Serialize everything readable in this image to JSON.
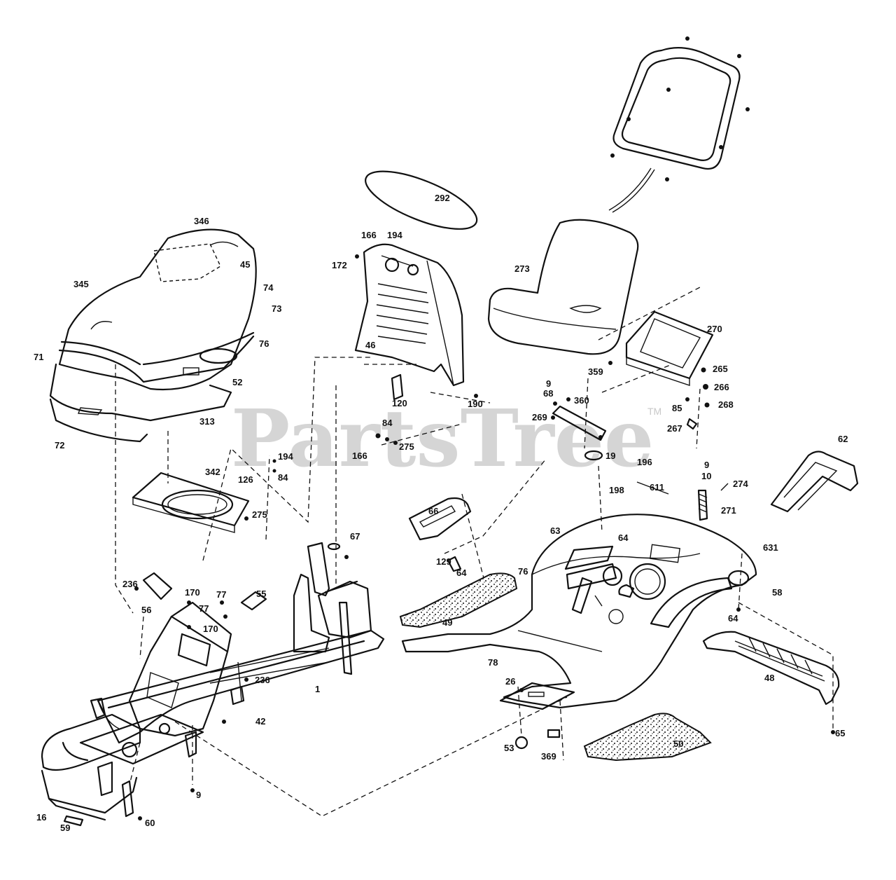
{
  "watermark": {
    "text": "PartsTree",
    "trademark": "TM"
  },
  "callouts": [
    "346",
    "45",
    "345",
    "74",
    "73",
    "71",
    "76",
    "52",
    "313",
    "72",
    "342",
    "126",
    "194",
    "84",
    "275",
    "166",
    "194",
    "172",
    "292",
    "46",
    "120",
    "190",
    "84",
    "166",
    "275",
    "273",
    "270",
    "359",
    "265",
    "266",
    "268",
    "267",
    "85",
    "9",
    "68",
    "360",
    "269",
    "19",
    "62",
    "196",
    "9",
    "10",
    "274",
    "198",
    "611",
    "271",
    "64",
    "63",
    "631",
    "58",
    "64",
    "66",
    "129",
    "64",
    "76",
    "49",
    "78",
    "26",
    "53",
    "369",
    "50",
    "48",
    "65",
    "67",
    "236",
    "170",
    "77",
    "77",
    "170",
    "55",
    "56",
    "236",
    "1",
    "42",
    "9",
    "16",
    "59",
    "60"
  ]
}
